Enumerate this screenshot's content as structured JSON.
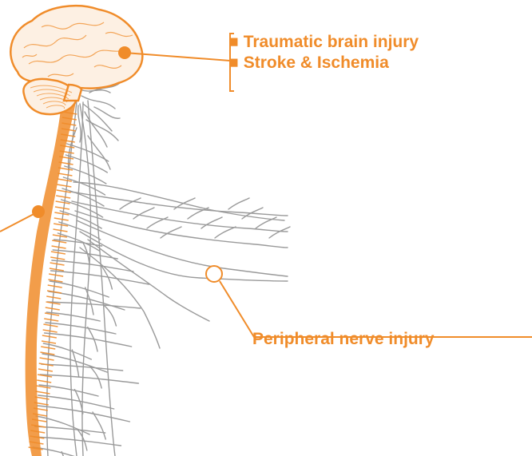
{
  "colors": {
    "accent": "#f08c2a",
    "nerve": "#9a9a9a",
    "brain_fill": "#fdf0e3"
  },
  "brain_injuries": {
    "bullet": "■",
    "items": [
      {
        "label": "Traumatic brain injury"
      },
      {
        "label": "Stroke & Ischemia"
      }
    ]
  },
  "peripheral_injury": {
    "label": "Peripheral nerve injury"
  }
}
